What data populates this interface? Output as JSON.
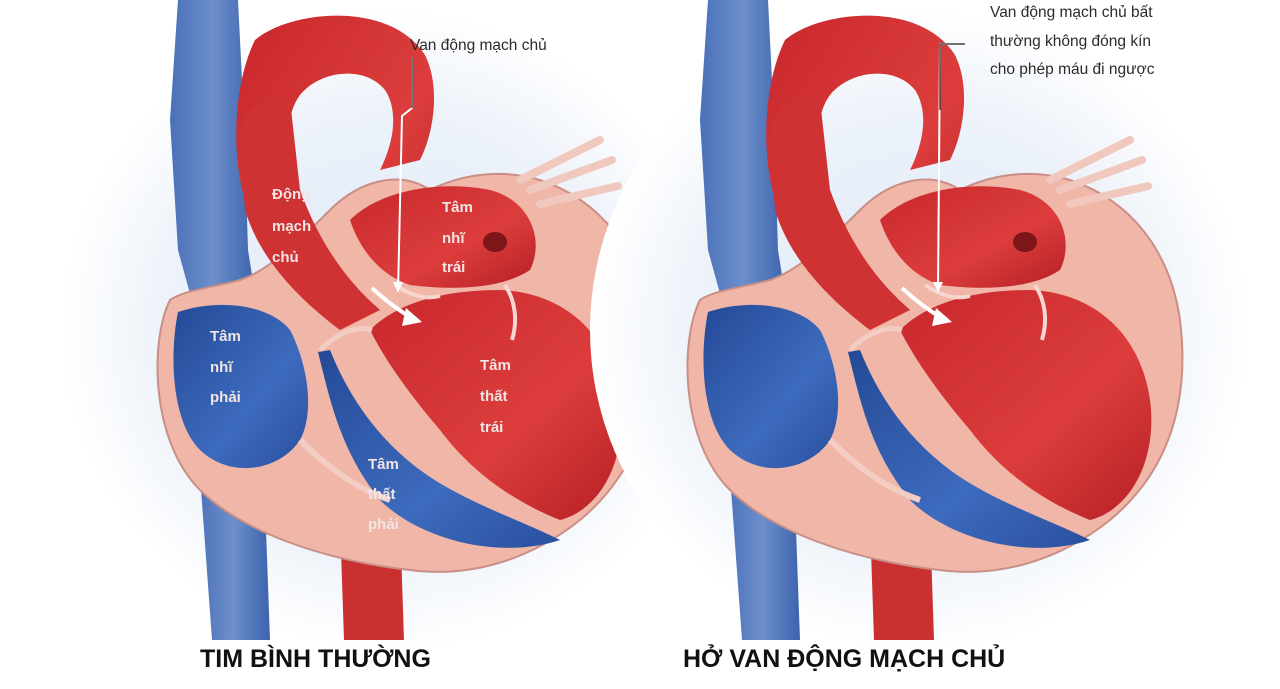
{
  "colors": {
    "oxygenated_blood": "#d8393a",
    "deoxygenated_blood": "#2f5aa8",
    "heart_wall": "#f0b6a8",
    "background_glow": "#dbe7f6"
  },
  "normal": {
    "caption": "TIM BÌNH THƯỜNG",
    "callout": "Van động mạch chủ",
    "labels": {
      "aorta": [
        "Động",
        "mạch",
        "chủ"
      ],
      "left_atrium": [
        "Tâm",
        "nhĩ",
        "trái"
      ],
      "right_atrium": [
        "Tâm",
        "nhĩ",
        "phải"
      ],
      "left_ventricle": [
        "Tâm",
        "thất",
        "trái"
      ],
      "right_ventricle": [
        "Tâm",
        "thất",
        "phải"
      ]
    }
  },
  "regurgitation": {
    "caption": "HỞ VAN ĐỘNG MẠCH CHỦ",
    "callout": [
      "Van động mạch chủ bất",
      "thường không đóng kín",
      "cho phép máu đi ngược"
    ]
  }
}
